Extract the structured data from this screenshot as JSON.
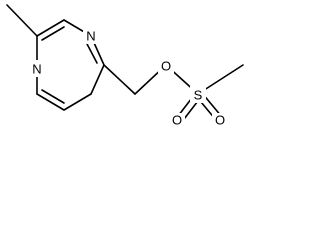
{
  "molecule": {
    "atoms": {
      "n_top": "N",
      "n_bottom": "N",
      "o_ether": "O",
      "s": "S",
      "o_top": "O",
      "o_bottom": "O"
    }
  }
}
